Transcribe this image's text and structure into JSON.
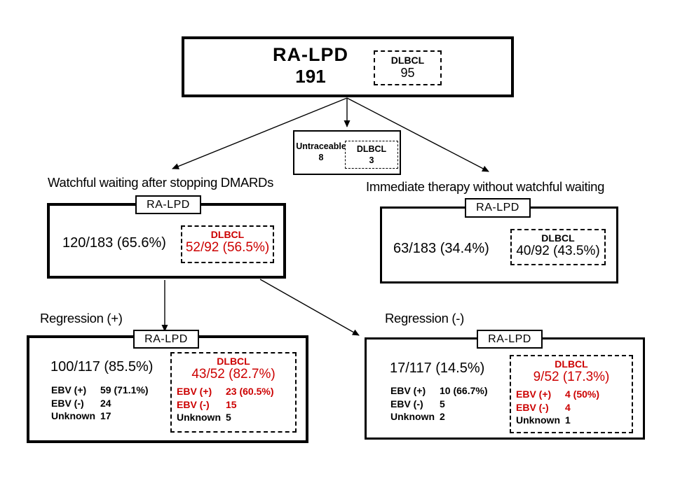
{
  "colors": {
    "accent_red": "#CC0000",
    "line_black": "#000000"
  },
  "root": {
    "title": "RA-LPD",
    "count": "191",
    "dlbcl": {
      "label": "DLBCL",
      "count": "95"
    }
  },
  "untraceable": {
    "label": "Untraceable",
    "count": "8",
    "dlbcl": {
      "label": "DLBCL",
      "count": "3"
    }
  },
  "watchful": {
    "branch_label": "Watchful waiting after stopping DMARDs",
    "tab": "RA-LPD",
    "value": "120/183 (65.6%)",
    "dlbcl": {
      "label": "DLBCL",
      "value": "52/92 (56.5%)"
    }
  },
  "immediate": {
    "branch_label": "Immediate therapy without watchful waiting",
    "tab": "RA-LPD",
    "value": "63/183 (34.4%)",
    "dlbcl": {
      "label": "DLBCL",
      "value": "40/92 (43.5%)"
    }
  },
  "regression_pos": {
    "branch_label": "Regression (+)",
    "tab": "RA-LPD",
    "value": "100/117 (85.5%)",
    "rows": [
      {
        "label": "EBV (+)",
        "value": "59 (71.1%)"
      },
      {
        "label": "EBV (-)",
        "value": "24"
      },
      {
        "label": "Unknown",
        "value": "17"
      }
    ],
    "dlbcl": {
      "label": "DLBCL",
      "value": "43/52 (82.7%)",
      "rows": [
        {
          "label": "EBV (+)",
          "value": "23 (60.5%)"
        },
        {
          "label": "EBV (-)",
          "value": "15"
        },
        {
          "label": "Unknown",
          "value": "5"
        }
      ]
    }
  },
  "regression_neg": {
    "branch_label": "Regression (-)",
    "tab": "RA-LPD",
    "value": "17/117 (14.5%)",
    "rows": [
      {
        "label": "EBV (+)",
        "value": "10 (66.7%)"
      },
      {
        "label": "EBV (-)",
        "value": "5"
      },
      {
        "label": "Unknown",
        "value": "2"
      }
    ],
    "dlbcl": {
      "label": "DLBCL",
      "value": "9/52 (17.3%)",
      "rows": [
        {
          "label": "EBV (+)",
          "value": "4 (50%)"
        },
        {
          "label": "EBV (-)",
          "value": "4"
        },
        {
          "label": "Unknown",
          "value": "1"
        }
      ]
    }
  }
}
